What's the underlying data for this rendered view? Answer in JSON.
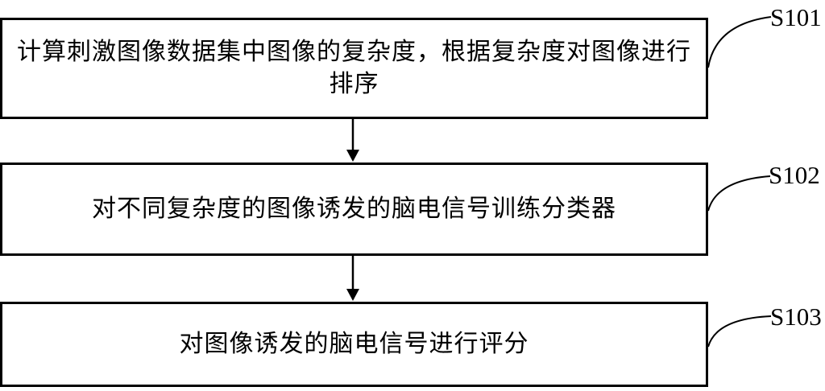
{
  "flowchart": {
    "background_color": "#ffffff",
    "line_color": "#000000",
    "steps": [
      {
        "step_label": "S101",
        "text": "计算刺激图像数据集中图像的复杂度，根据复杂度对图像进行排序",
        "lines": [
          "计算刺激图像数据集中图像的复杂度，根据复杂度对图像进行",
          "排序"
        ]
      },
      {
        "step_label": "S102",
        "text": "对不同复杂度的图像诱发的脑电信号训练分类器",
        "lines": [
          "对不同复杂度的图像诱发的脑电信号训练分类器"
        ]
      },
      {
        "step_label": "S103",
        "text": "对图像诱发的脑电信号进行评分",
        "lines": [
          "对图像诱发的脑电信号进行评分"
        ]
      }
    ],
    "connectors": [
      {
        "from_step": "S101",
        "to_step": "S102",
        "type": "arrow-down"
      },
      {
        "from_step": "S102",
        "to_step": "S103",
        "type": "arrow-down"
      }
    ]
  }
}
